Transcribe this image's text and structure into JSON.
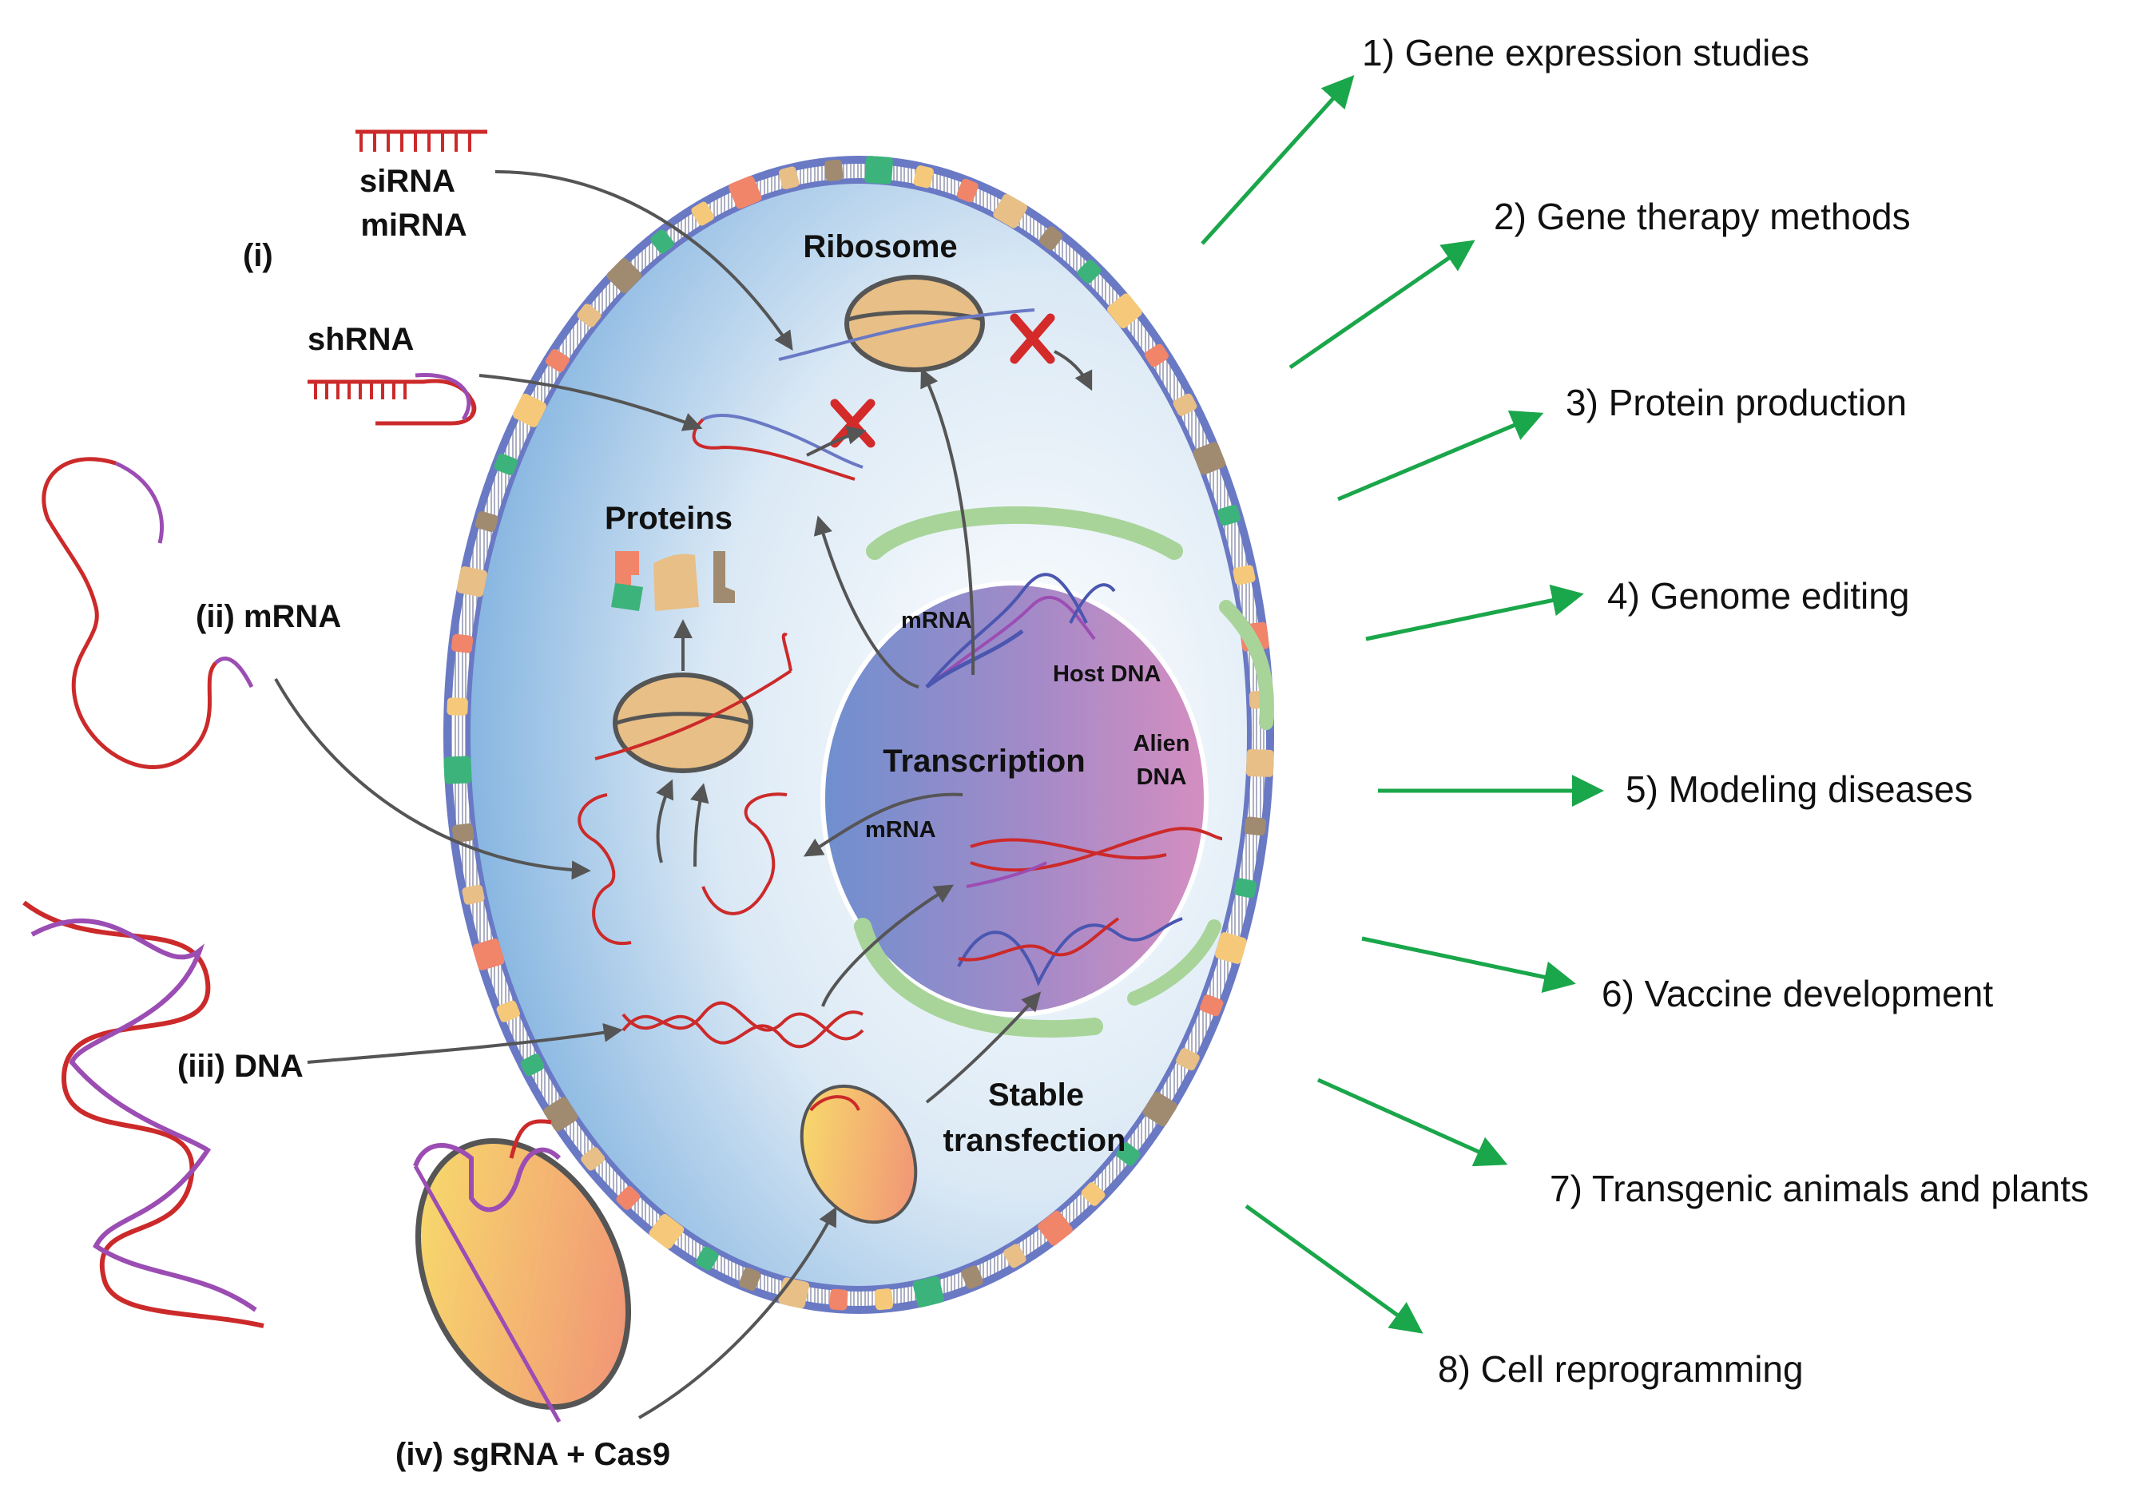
{
  "labels": {
    "i": "(i)",
    "sirna": "siRNA",
    "mirna": "miRNA",
    "shrna": "shRNA",
    "ii_mrna": "(ii) mRNA",
    "iii_dna": "(iii) DNA",
    "iv_sgrna": "(iv) sgRNA + Cas9",
    "ribosome": "Ribosome",
    "proteins": "Proteins",
    "mrna_upper": "mRNA",
    "host_dna": "Host DNA",
    "transcription": "Transcription",
    "alien": "Alien",
    "alien_dna": "DNA",
    "mrna_lower": "mRNA",
    "stable": "Stable",
    "transfection": "transfection"
  },
  "applications": [
    "1) Gene expression studies",
    "2) Gene therapy methods",
    "3) Protein production",
    "4) Genome editing",
    "5) Modeling diseases",
    "6) Vaccine development",
    "7) Transgenic animals and plants",
    "8) Cell reprogramming"
  ],
  "colors": {
    "nucleic_red": "#cc2a2a",
    "nucleic_purple": "#9b4db3",
    "nucleic_blue": "#4a56b0",
    "application_arrow": "#1aa64a",
    "pointer_arrow": "#555555",
    "blocked_mark": "#d42a2a",
    "ribosome_fill": "#e8bf86",
    "cas9_fill": "#f2b072",
    "nucleus_left": "#6f8fcf",
    "nucleus_right": "#d48ec0",
    "cytoplasm": "#bcd6ec",
    "er": "#a8d49a"
  },
  "icons": {
    "sirna": "rna-comb-icon",
    "shrna": "hairpin-rna-icon",
    "mrna": "mrna-strand-icon",
    "dna": "double-helix-icon",
    "cas9": "cas9-complex-icon",
    "ribosome": "ribosome-icon",
    "protein": "protein-block-icon",
    "blocked": "red-x-icon"
  }
}
